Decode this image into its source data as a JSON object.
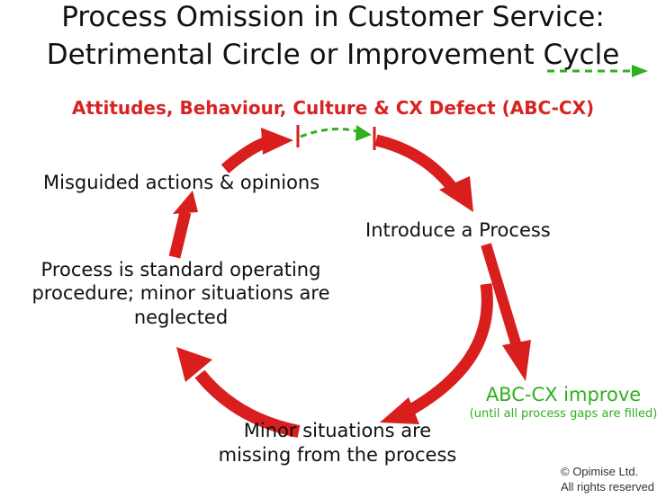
{
  "title": {
    "line1": "Process Omission in Customer Service:",
    "line2": "Detrimental Circle or Improvement Cycle"
  },
  "subtitle": "Attitudes, Behaviour, Culture & CX Defect (ABC-CX)",
  "stages": {
    "misguided": "Misguided actions & opinions",
    "introduce": "Introduce a Process",
    "standard": "Process is standard operating procedure; minor situations are neglected",
    "minor": "Minor situations are missing from the process",
    "improve": "ABC-CX improve",
    "improve_note": "(until all process gaps are filled)"
  },
  "copyright": {
    "line1": "© Opimise Ltd.",
    "line2": "All rights reserved"
  },
  "colors": {
    "arrow": "#d91e1e",
    "improve": "#2fb01d",
    "text": "#111111"
  }
}
